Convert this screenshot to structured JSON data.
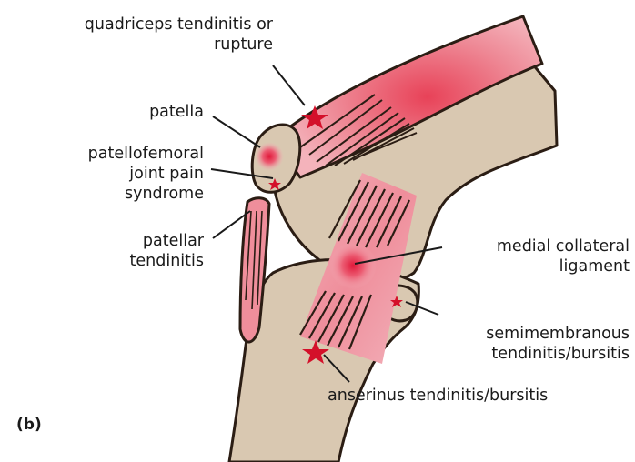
{
  "labels": {
    "quadriceps": [
      "quadriceps tendinitis or",
      "rupture"
    ],
    "patella": "patella",
    "patellofemoral": [
      "patellofemoral",
      "joint pain",
      "syndrome"
    ],
    "patellar": [
      "patellar",
      "tendinitis"
    ],
    "medial_collateral": [
      "medial collateral",
      "ligament"
    ],
    "semimembranous": [
      "semimembranous",
      "tendinitis/bursitis"
    ],
    "anserinus": "anserinus tendinitis/bursitis",
    "panel": "(b)"
  },
  "colors": {
    "bone": "#d9c8b1",
    "tendon": "#ef8f99",
    "highlight": "#e81c3c",
    "outline": "#2b1d14",
    "star": "#d4102a"
  }
}
